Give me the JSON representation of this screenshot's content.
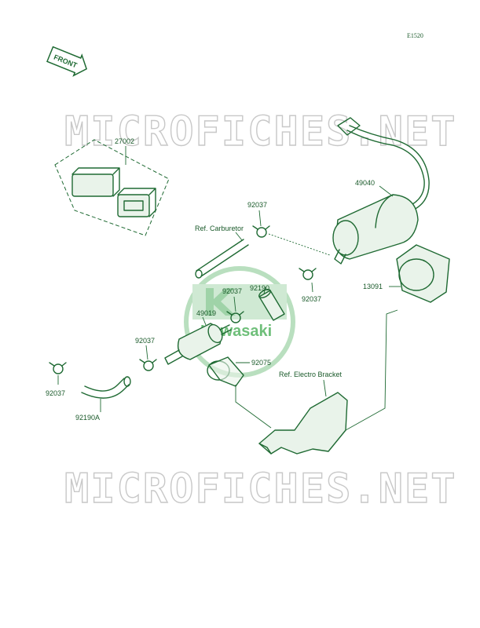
{
  "diagram_code": "E1520",
  "front_label": "FRONT",
  "watermark": {
    "site": "MICROFICHES.NET",
    "brand": "Kawasaki"
  },
  "parts": {
    "p27002": "27002",
    "p49040": "49040",
    "p13091": "13091",
    "p92037_top": "92037",
    "p92037_right": "92037",
    "p92037_mid": "92037",
    "p92037_left": "92037",
    "p92037_bottom": "92037",
    "p92190": "92190",
    "p49019": "49019",
    "p92075": "92075",
    "p92190A": "92190A"
  },
  "refs": {
    "carburetor": "Ref. Carburetor",
    "electro_bracket": "Ref. Electro Bracket"
  },
  "colors": {
    "line": "#1f6a33",
    "watermark": "#c8c8c8",
    "logo": "#6fbf7a"
  }
}
